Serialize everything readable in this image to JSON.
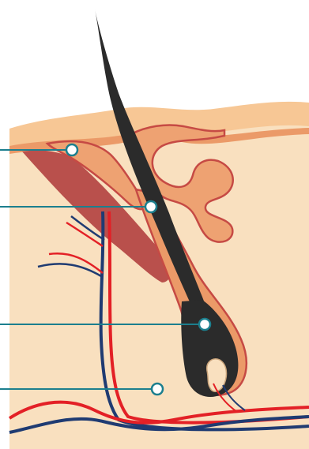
{
  "diagram": {
    "subject": "hair-follicle-cross-section",
    "colors": {
      "epidermis_outer": "#f7c795",
      "epidermis_inner": "#eb9a68",
      "dermis": "#f9e0bf",
      "gland_outline": "#c64a44",
      "sebaceous_gland": "#eea272",
      "arrector_muscle": "#b9504c",
      "hair": "#2b2b2b",
      "artery": "#e32026",
      "vein": "#1f3b72",
      "callout": "#1c7f8e"
    },
    "callouts": [
      {
        "name": "callout-epidermis",
        "label": ""
      },
      {
        "name": "callout-sebaceous-gland",
        "label": ""
      },
      {
        "name": "callout-hair-bulb",
        "label": ""
      },
      {
        "name": "callout-dermis",
        "label": ""
      }
    ]
  }
}
